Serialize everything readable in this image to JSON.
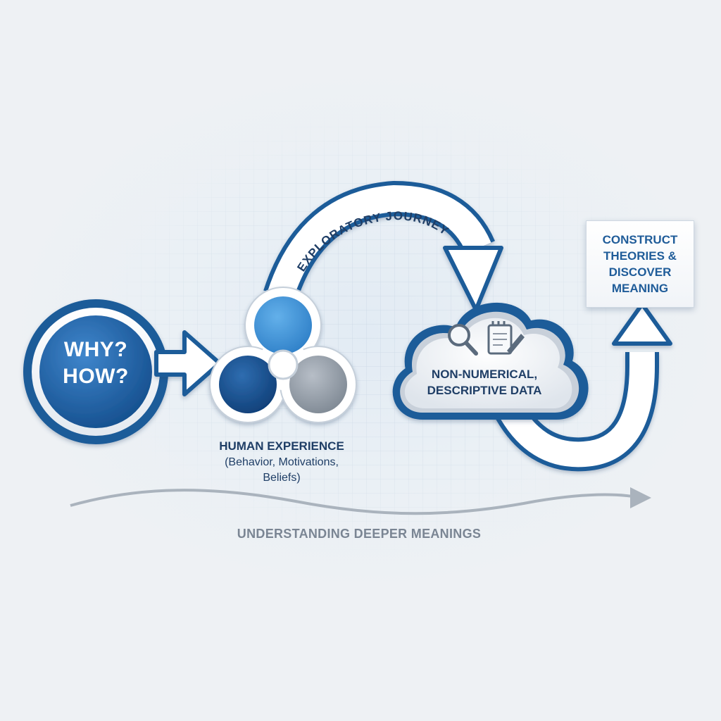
{
  "question": {
    "line1": "WHY?",
    "line2": "HOW?"
  },
  "journey_label": "EXPLORATORY JOURNEY",
  "human_experience": {
    "title": "HUMAN EXPERIENCE",
    "detail_line1": "(Behavior, Motivations,",
    "detail_line2": "Beliefs)"
  },
  "data_cloud": {
    "line1": "NON-NUMERICAL,",
    "line2": "DESCRIPTIVE DATA",
    "icons": [
      "magnifier-icon",
      "notepad-icon"
    ]
  },
  "goal": {
    "line1": "CONSTRUCT",
    "line2": "THEORIES &",
    "line3": "DISCOVER",
    "line4": "MEANING"
  },
  "bottom_label": "UNDERSTANDING DEEPER MEANINGS",
  "colors": {
    "primary_blue": "#1f5c99",
    "light_blue": "#3d8fd6",
    "grey": "#8c96a3",
    "dark_text": "#1f3e66",
    "muted_text": "#7a8593"
  }
}
